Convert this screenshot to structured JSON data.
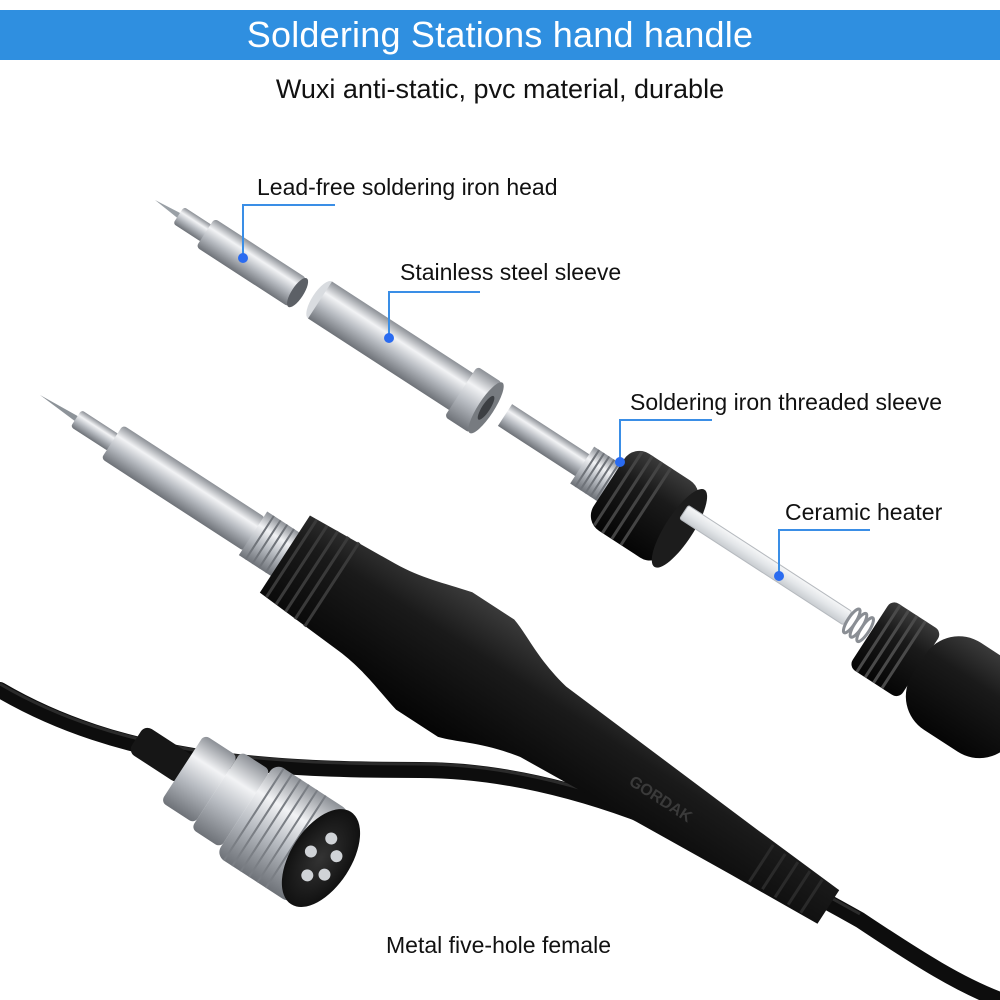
{
  "header": {
    "title": "Soldering Stations hand handle",
    "subtitle": "Wuxi anti-static, pvc material, durable"
  },
  "callouts": {
    "tip": "Lead-free soldering iron head",
    "sleeve": "Stainless steel sleeve",
    "threaded": "Soldering iron threaded sleeve",
    "heater": "Ceramic heater",
    "connector": "Metal five-hole female"
  },
  "product": {
    "brand_mark": "GORDAK"
  },
  "colors": {
    "banner": "#2f8fe0",
    "leader": "#3a8ee6",
    "dot": "#2a6bf0",
    "handle": "#141414",
    "metal": "#c9ccd0"
  }
}
